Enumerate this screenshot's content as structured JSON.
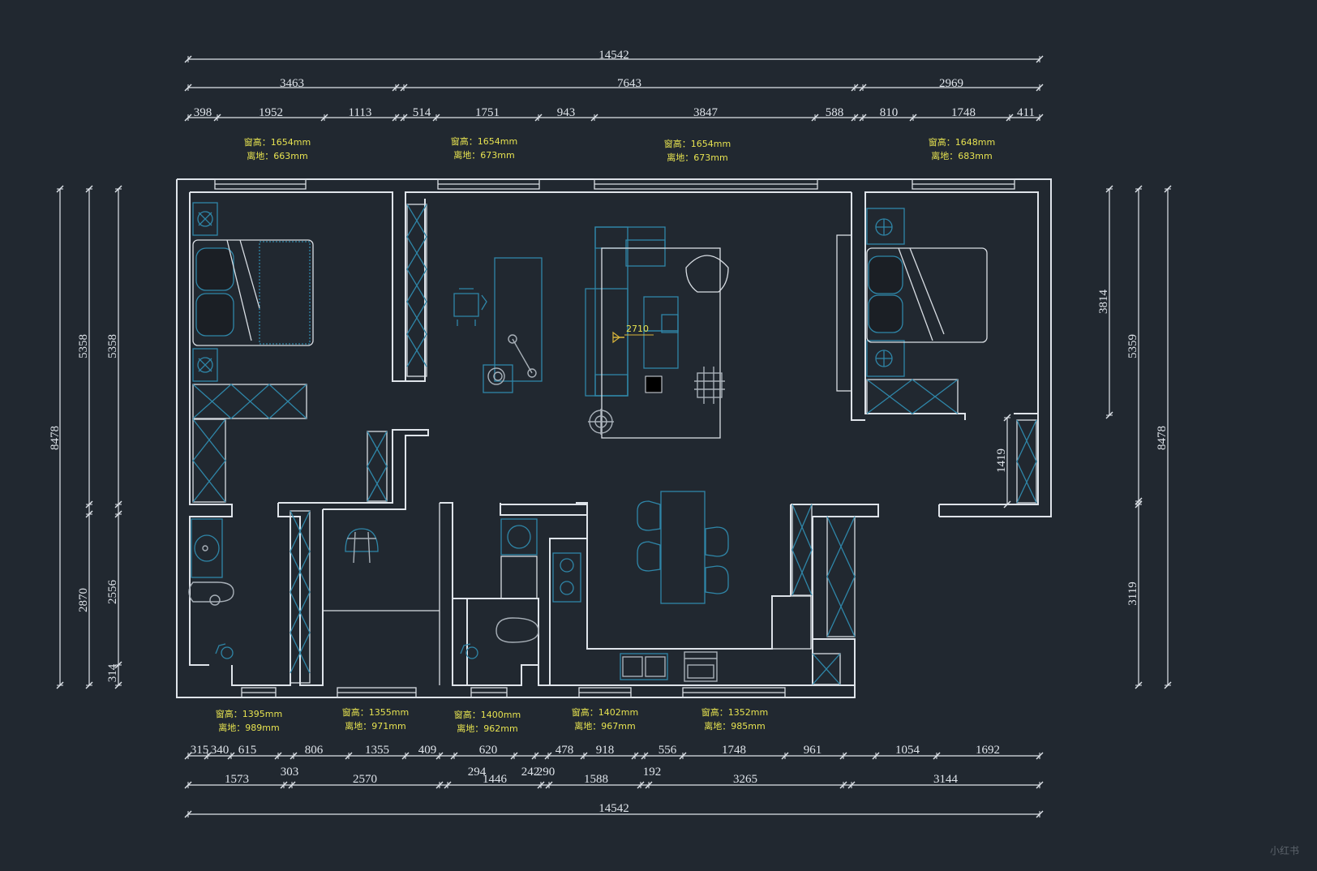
{
  "dimensions": {
    "top_total": "14542",
    "top_mid": [
      "3463",
      "7643",
      "2969"
    ],
    "top_detail": [
      "398",
      "1952",
      "1113",
      "514",
      "1751",
      "943",
      "3847",
      "588",
      "810",
      "1748",
      "411"
    ],
    "bottom_detail": [
      "315",
      "340",
      "615",
      "806",
      "1355",
      "409",
      "620",
      "478",
      "918",
      "556",
      "1748",
      "961",
      "1054",
      "1692"
    ],
    "bottom_small": [
      "303",
      "294",
      "1446",
      "242",
      "290",
      "192"
    ],
    "bottom_mid": [
      "1573",
      "2570",
      "1588",
      "3265",
      "3144"
    ],
    "bottom_total": "14542",
    "left_total": "8478",
    "left_outer": [
      "5358",
      "2870"
    ],
    "left_inner": [
      "5358",
      "2556",
      "314"
    ],
    "right_total": "8478",
    "right_inner": [
      "3814",
      "1419"
    ],
    "right_outer": [
      "5359",
      "3119"
    ]
  },
  "window_labels": [
    {
      "height": "窗高：1654mm",
      "sill": "离地：663mm"
    },
    {
      "height": "窗高：1654mm",
      "sill": "离地：673mm"
    },
    {
      "height": "窗高：1654mm",
      "sill": "离地：673mm"
    },
    {
      "height": "窗高：1648mm",
      "sill": "离地：683mm"
    },
    {
      "height": "窗高：1395mm",
      "sill": "离地：989mm"
    },
    {
      "height": "窗高：1355mm",
      "sill": "离地：971mm"
    },
    {
      "height": "窗高：1400mm",
      "sill": "离地：962mm"
    },
    {
      "height": "窗高：1402mm",
      "sill": "离地：967mm"
    },
    {
      "height": "窗高：1352mm",
      "sill": "离地：985mm"
    }
  ],
  "level_mark": "2710",
  "watermark": "小红书"
}
